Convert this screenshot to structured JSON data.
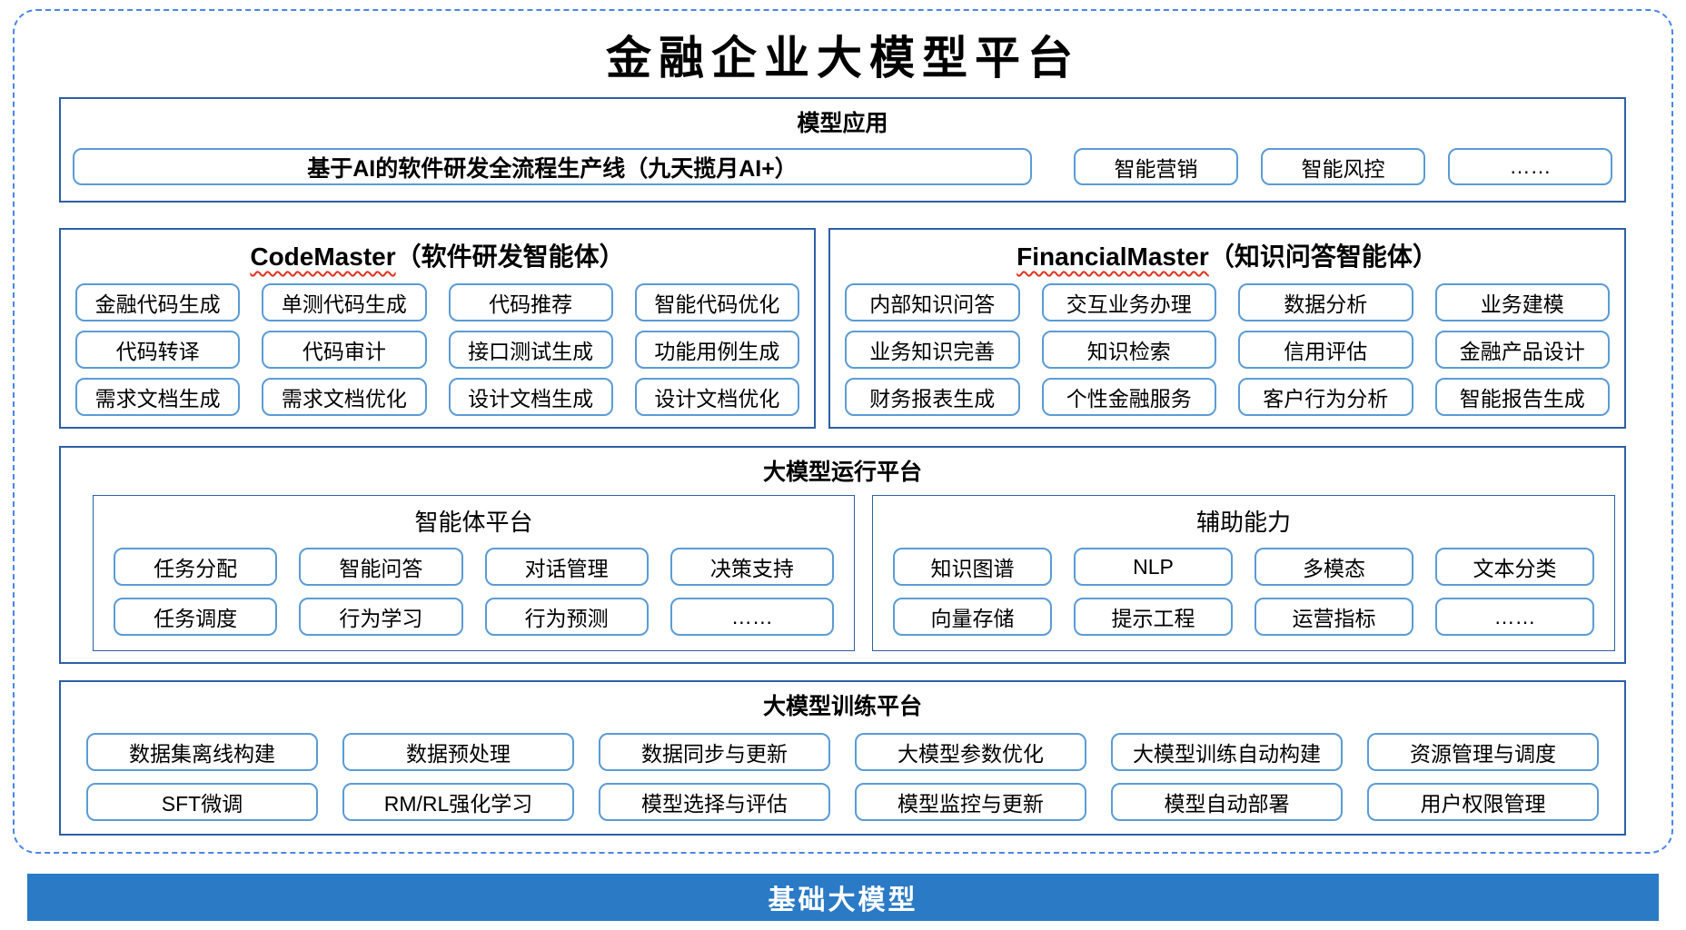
{
  "title": "金融企业大模型平台",
  "colors": {
    "dashed_border": "#4a85e8",
    "section_border": "#2e5fa3",
    "pill_border": "#5b9bd5",
    "footer_bg": "#2b7ac6",
    "spellcheck_underline": "#e0321f"
  },
  "model_applications": {
    "header": "模型应用",
    "pipeline": "基于AI的软件研发全流程生产线（九天揽月AI+）",
    "items": [
      "智能营销",
      "智能风控",
      "……"
    ]
  },
  "code_master": {
    "title_en": "CodeMaster",
    "title_zh": "（软件研发智能体）",
    "items": [
      "金融代码生成",
      "单测代码生成",
      "代码推荐",
      "智能代码优化",
      "代码转译",
      "代码审计",
      "接口测试生成",
      "功能用例生成",
      "需求文档生成",
      "需求文档优化",
      "设计文档生成",
      "设计文档优化"
    ]
  },
  "financial_master": {
    "title_en": "FinancialMaster",
    "title_zh": "（知识问答智能体）",
    "items": [
      "内部知识问答",
      "交互业务办理",
      "数据分析",
      "业务建模",
      "业务知识完善",
      "知识检索",
      "信用评估",
      "金融产品设计",
      "财务报表生成",
      "个性金融服务",
      "客户行为分析",
      "智能报告生成"
    ]
  },
  "runtime_platform": {
    "header": "大模型运行平台",
    "agent_platform": {
      "header": "智能体平台",
      "items": [
        "任务分配",
        "智能问答",
        "对话管理",
        "决策支持",
        "任务调度",
        "行为学习",
        "行为预测",
        "……"
      ]
    },
    "auxiliary": {
      "header": "辅助能力",
      "items": [
        "知识图谱",
        "NLP",
        "多模态",
        "文本分类",
        "向量存储",
        "提示工程",
        "运营指标",
        "……"
      ]
    }
  },
  "training_platform": {
    "header": "大模型训练平台",
    "items": [
      "数据集离线构建",
      "数据预处理",
      "数据同步与更新",
      "大模型参数优化",
      "大模型训练自动构建",
      "资源管理与调度",
      "SFT微调",
      "RM/RL强化学习",
      "模型选择与评估",
      "模型监控与更新",
      "模型自动部署",
      "用户权限管理"
    ]
  },
  "footer": {
    "label": "基础大模型"
  }
}
